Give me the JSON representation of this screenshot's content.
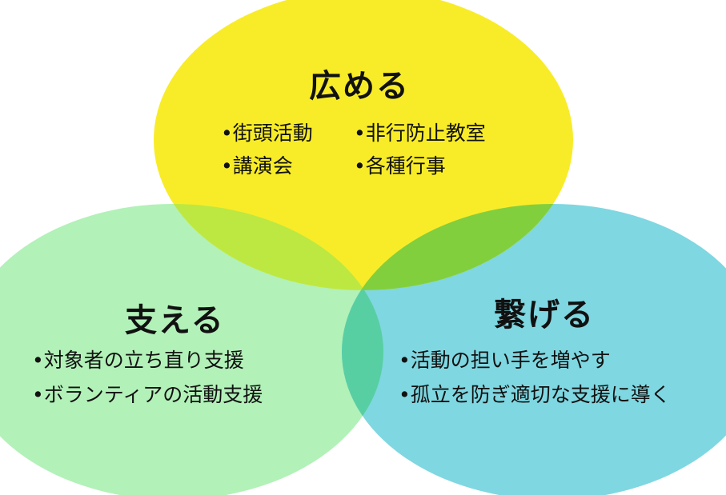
{
  "circles": {
    "top": {
      "title": "広める",
      "color": "#f8ec28",
      "items": [
        "•街頭活動",
        "•非行防止教室",
        "•講演会",
        "•各種行事"
      ]
    },
    "left": {
      "title": "支える",
      "color": "#b2f1b8",
      "items": [
        "•対象者の立ち直り支援",
        "•ボランティアの活動支援"
      ]
    },
    "right": {
      "title": "繋げる",
      "color": "#7fd7e1",
      "items": [
        "•活動の担い手を増やす",
        "•孤立を防ぎ適切な支援に導く"
      ]
    }
  },
  "overlap_colors": {
    "top_left": "#bde842",
    "top_right": "#82cf3e",
    "left_right": "#58cfa3"
  }
}
